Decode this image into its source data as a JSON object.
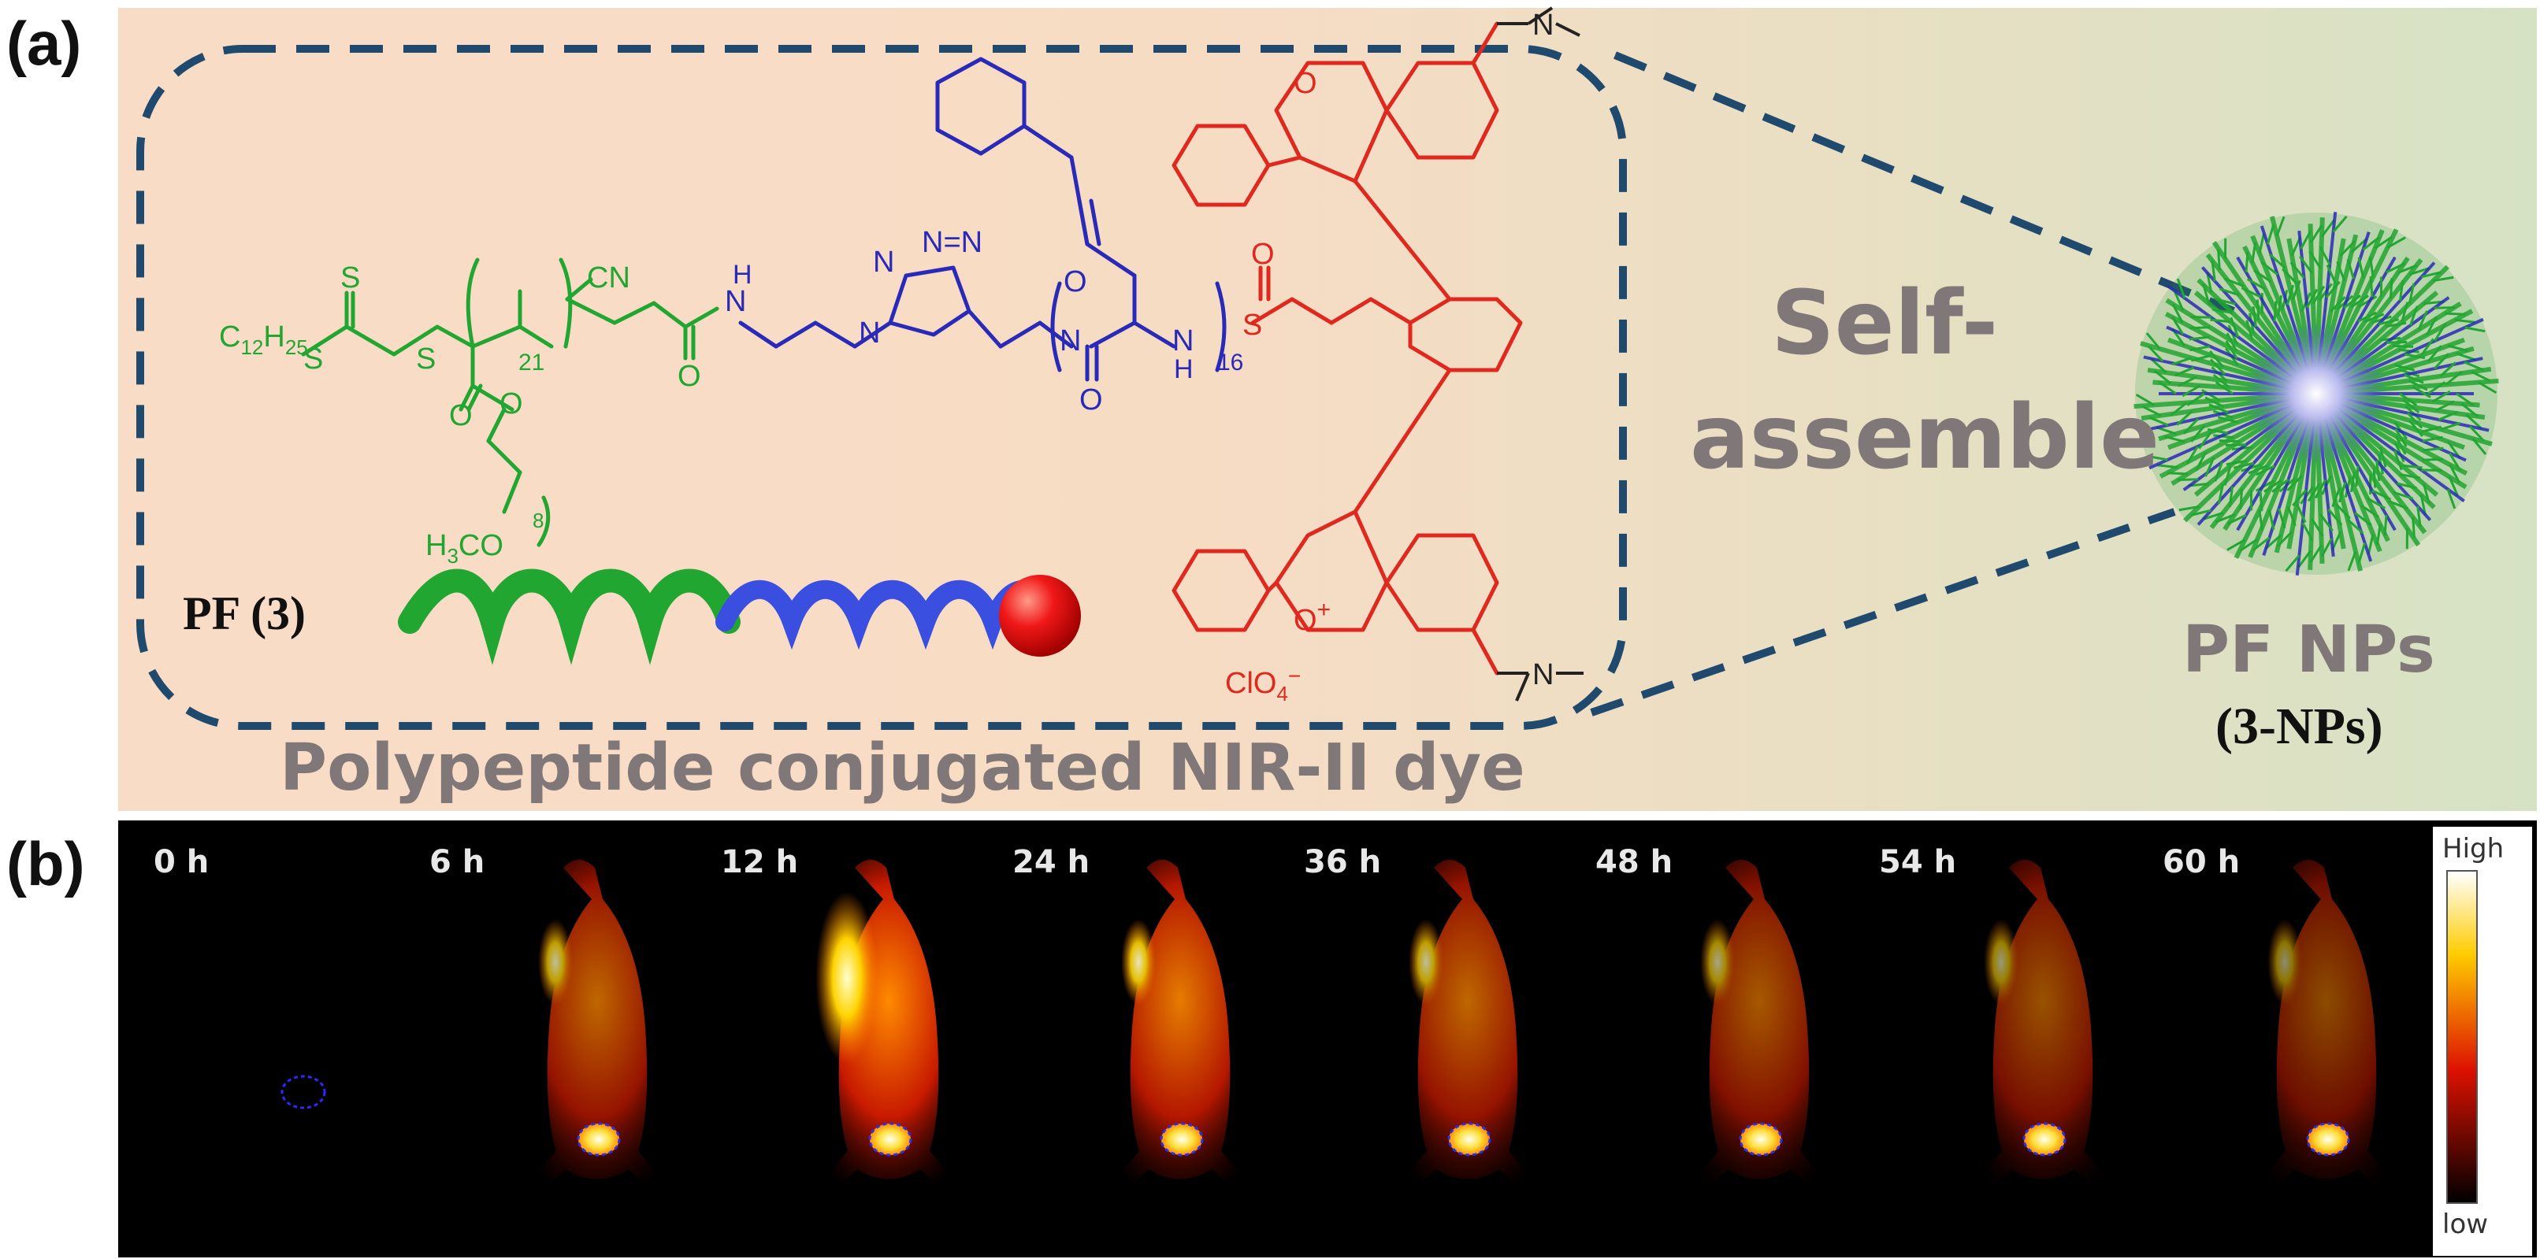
{
  "panel_a": {
    "label": "(a)",
    "molecule_label": "PF (3)",
    "self_assemble_line1": "Self-",
    "self_assemble_line2": "assemble",
    "np_title": "PF NPs",
    "np_subtitle": "(3-NPs)",
    "caption": "Polypeptide conjugated NIR-II dye",
    "chem_labels": {
      "alkyl": "C12H25",
      "sulfur": "S",
      "cn": "CN",
      "repeat_pegma": "21",
      "methoxy": "H3CO",
      "peg_repeat": "8",
      "nh": "H",
      "n_atom": "N",
      "o_atom": "O",
      "repeat_peptide": "16",
      "counterion": "ClO4",
      "charge": "+"
    }
  },
  "panel_b": {
    "label": "(b)",
    "timepoints": [
      "0 h",
      "6 h",
      "12 h",
      "24 h",
      "36 h",
      "48 h",
      "54 h",
      "60 h"
    ],
    "scale_high": "High",
    "scale_low": "low",
    "colors": {
      "scale_top": "#ffffff",
      "scale_mid": "#ffcc00",
      "scale_red": "#dd1100",
      "scale_bottom": "#000000"
    }
  },
  "colors": {
    "peg_green": "#22a632",
    "peptide_blue": "#2a2ab8",
    "dye_red": "#e0281e",
    "dash_navy": "#1f4a6e"
  }
}
